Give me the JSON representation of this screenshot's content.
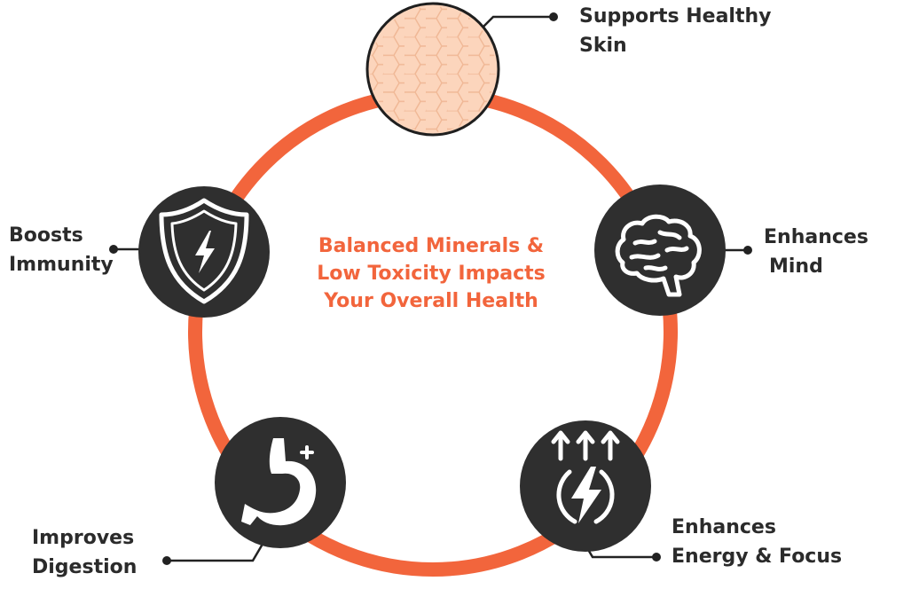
{
  "title_lines": [
    "Balanced Minerals &",
    "Low Toxicity Impacts",
    "Your Overall Health"
  ],
  "benefits": [
    {
      "lines": [
        "Supports Healthy",
        "Skin"
      ],
      "icon": "honeycomb-skin-icon"
    },
    {
      "lines": [
        "Enhances",
        "Mind"
      ],
      "icon": "brain-icon"
    },
    {
      "lines": [
        "Enhances",
        "Energy & Focus"
      ],
      "icon": "energy-bolt-icon"
    },
    {
      "lines": [
        "Improves",
        "Digestion"
      ],
      "icon": "stomach-icon"
    },
    {
      "lines": [
        "Boosts",
        "Immunity"
      ],
      "icon": "shield-icon"
    }
  ],
  "colors": {
    "ring": "#f2653c",
    "icon_bg": "#2f2f2f",
    "skin_bg": "#fcd5bc",
    "text": "#2b2b2b",
    "title": "#f2653c"
  }
}
